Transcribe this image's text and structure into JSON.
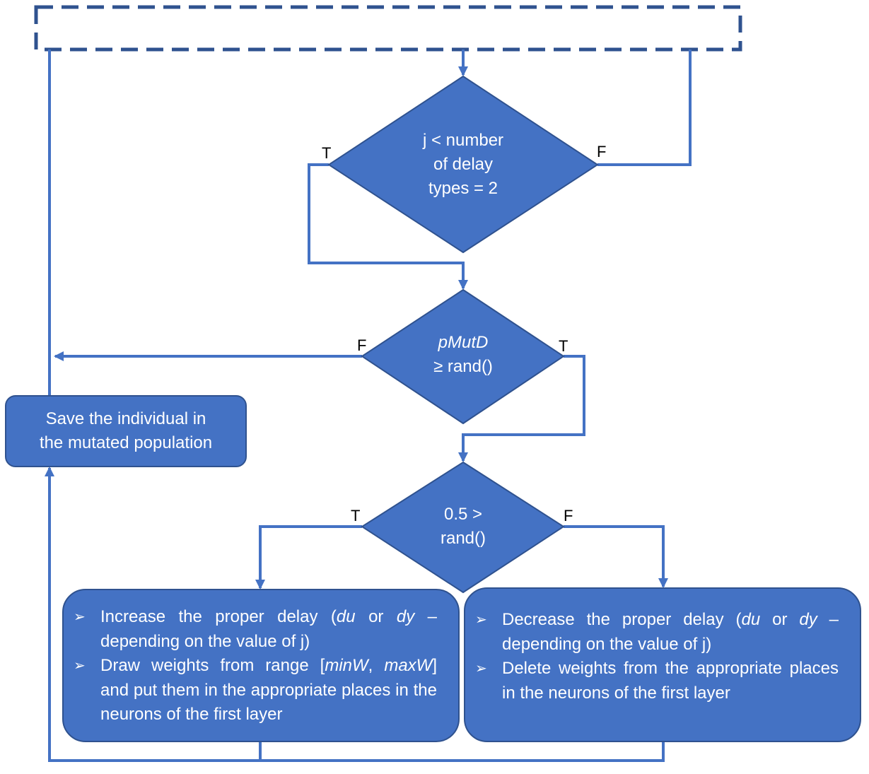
{
  "decision_loop": {
    "label": "j < number of delay types = 2",
    "lines": [
      "j < number",
      "of delay",
      "types = 2"
    ]
  },
  "decision_mutation": {
    "line1": "pMutD",
    "line2": "≥ rand()"
  },
  "decision_direction": {
    "line1": "0.5 >",
    "line2": "rand()"
  },
  "branch_labels": {
    "loop_true": "T",
    "loop_false": "F",
    "mutation_false": "F",
    "mutation_true": "T",
    "direction_true": "T",
    "direction_false": "F"
  },
  "save_box": {
    "line1": "Save the individual in",
    "line2": "the mutated population"
  },
  "increase_box": {
    "item1": {
      "pre": "Increase  the proper delay (",
      "du": "du",
      "or": " or ",
      "dy": "dy",
      "post": " – depending on the value of j)"
    },
    "item2": {
      "pre": "Draw  weights  from  range  [",
      "minW": "minW",
      "sep": ", ",
      "maxW": "maxW",
      "post": "] and put them in the appropriate places in the neurons of the first layer"
    }
  },
  "decrease_box": {
    "item1": {
      "pre": "Decrease  the proper delay (",
      "du": "du",
      "or": " or ",
      "dy": "dy",
      "post": " – depending on the value of j)"
    },
    "item2": {
      "text": "Delete  weights  from  the  appropriate places in the neurons of the first layer"
    }
  },
  "colors": {
    "fill": "#4472C4",
    "stroke": "#2F528F",
    "line": "#4472C4",
    "dashed_border": "#2F528F"
  }
}
